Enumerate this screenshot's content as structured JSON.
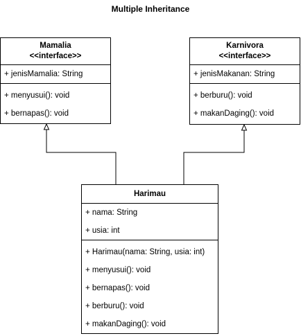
{
  "title": "Multiple Inheritance",
  "classes": {
    "mamalia": {
      "name": "Mamalia",
      "stereotype": "<<interface>>",
      "attributes": [
        "+ jenisMamalia: String"
      ],
      "methods": [
        "+ menyusui(): void",
        "+ bernapas(): void"
      ]
    },
    "karnivora": {
      "name": "Karnivora",
      "stereotype": "<<interface>>",
      "attributes": [
        "+ jenisMakanan: String"
      ],
      "methods": [
        "+ berburu(): void",
        "+ makanDaging(): void"
      ]
    },
    "harimau": {
      "name": "Harimau",
      "attributes": [
        "+ nama: String",
        "+ usia: int"
      ],
      "methods": [
        "+ Harimau(nama: String, usia: int)",
        "+ menyusui(): void",
        "+ bernapas(): void",
        "+ berburu(): void",
        "+ makanDaging(): void"
      ]
    }
  },
  "relations": [
    {
      "from": "Harimau",
      "to": "Mamalia",
      "type": "realization"
    },
    {
      "from": "Harimau",
      "to": "Karnivora",
      "type": "realization"
    }
  ]
}
